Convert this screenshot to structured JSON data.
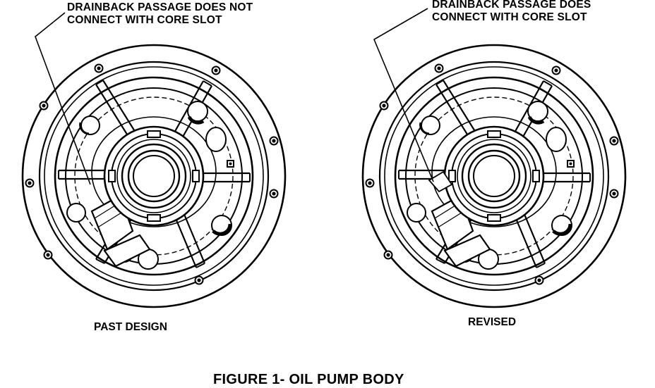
{
  "callouts": {
    "left_line1": "DRAINBACK PASSAGE DOES NOT",
    "left_line2": "CONNECT WITH CORE SLOT",
    "right_line1": "DRAINBACK PASSAGE DOES",
    "right_line2": "CONNECT WITH CORE SLOT"
  },
  "captions": {
    "left": "PAST DESIGN",
    "right": "REVISED"
  },
  "figure_title": "FIGURE 1- OIL PUMP BODY"
}
